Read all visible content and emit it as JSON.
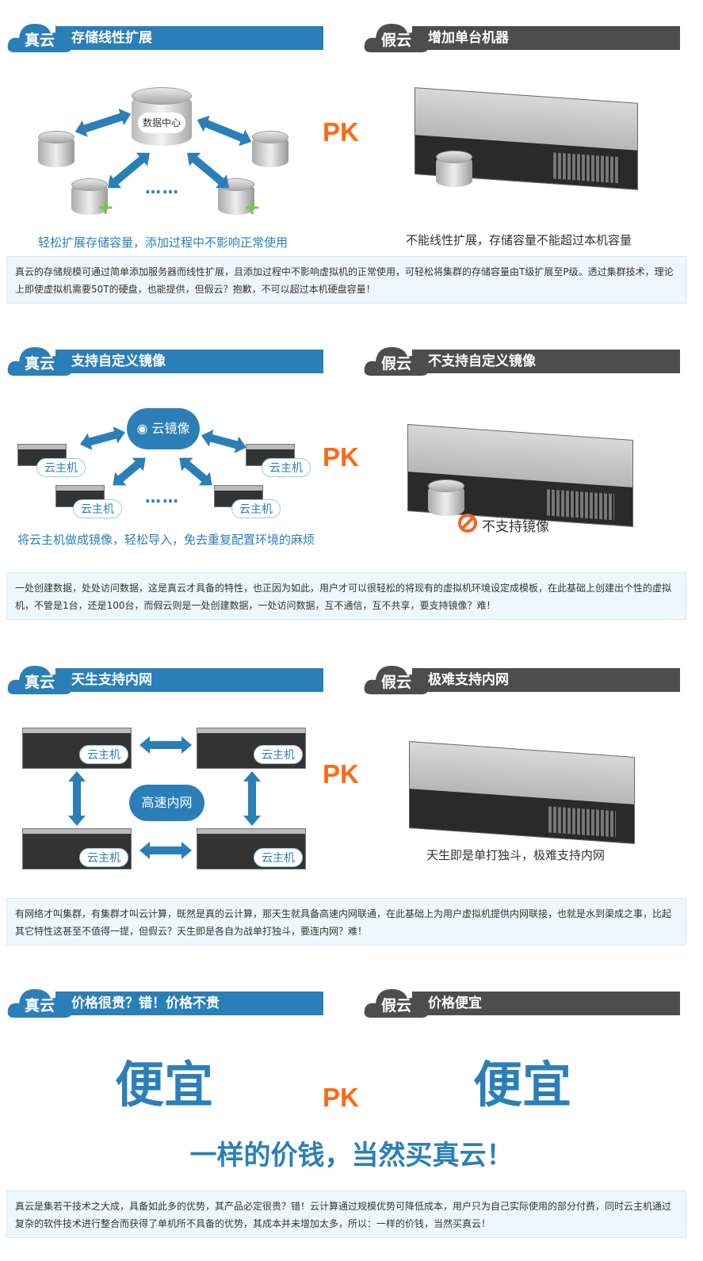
{
  "labels": {
    "real": "真云",
    "fake": "假云",
    "pk": "PK"
  },
  "sections": [
    {
      "real_title": "存储线性扩展",
      "fake_title": "增加单台机器",
      "center_label": "数据中心",
      "dots": "……",
      "real_caption": "轻松扩展存储容量，添加过程中不影响正常使用",
      "fake_caption": "不能线性扩展，存储容量不能超过本机容量",
      "desc": "真云的存储规模可通过简单添加服务器而线性扩展，且添加过程中不影响虚拟机的正常使用，可轻松将集群的存储容量由T级扩展至P级。透过集群技术，理论上即使虚拟机需要50T的硬盘，也能提供，但假云？抱歉，不可以超过本机硬盘容量！"
    },
    {
      "real_title": "支持自定义镜像",
      "fake_title": "不支持自定义镜像",
      "center_label": "云镜像",
      "node_label": "云主机",
      "dots": "……",
      "real_caption": "将云主机做成镜像，轻松导入，免去重复配置环境的麻烦",
      "fake_caption": "不支持镜像",
      "desc": "一处创建数据，处处访问数据，这是真云才具备的特性，也正因为如此，用户才可以很轻松的将现有的虚拟机环境设定成模板，在此基础上创建出个性的虚拟机，不管是1台，还是100台，而假云则是一处创建数据，一处访问数据，互不通信，互不共享，要支持镜像？难！"
    },
    {
      "real_title": "天生支持内网",
      "fake_title": "极难支持内网",
      "center_label": "高速内网",
      "node_label": "云主机",
      "fake_caption": "天生即是单打独斗，极难支持内网",
      "desc": "有网络才叫集群，有集群才叫云计算，既然是真的云计算，那天生就具备高速内网联通，在此基础上为用户虚拟机提供内网联接，也就是水到渠成之事，比起其它特性这甚至不值得一提，但假云？天生即是各自为战单打独斗，要连内网？难！"
    },
    {
      "real_title": "价格很贵？错！价格不贵",
      "fake_title": "价格便宜",
      "real_big": "便宜",
      "fake_big": "便宜",
      "slogan": "一样的价钱，当然买真云！",
      "desc": "真云是集若干技术之大成，具备如此多的优势，其产品必定很贵？错！云计算通过规模优势可降低成本，用户只为自己实际使用的部分付费，同时云主机通过复杂的软件技术进行整合而获得了单机所不具备的优势，其成本并未增加太多，所以：一样的价钱，当然买真云！"
    }
  ],
  "colors": {
    "blue": "#2b7fb8",
    "gray": "#4d4d4d",
    "orange": "#ff6a13"
  }
}
